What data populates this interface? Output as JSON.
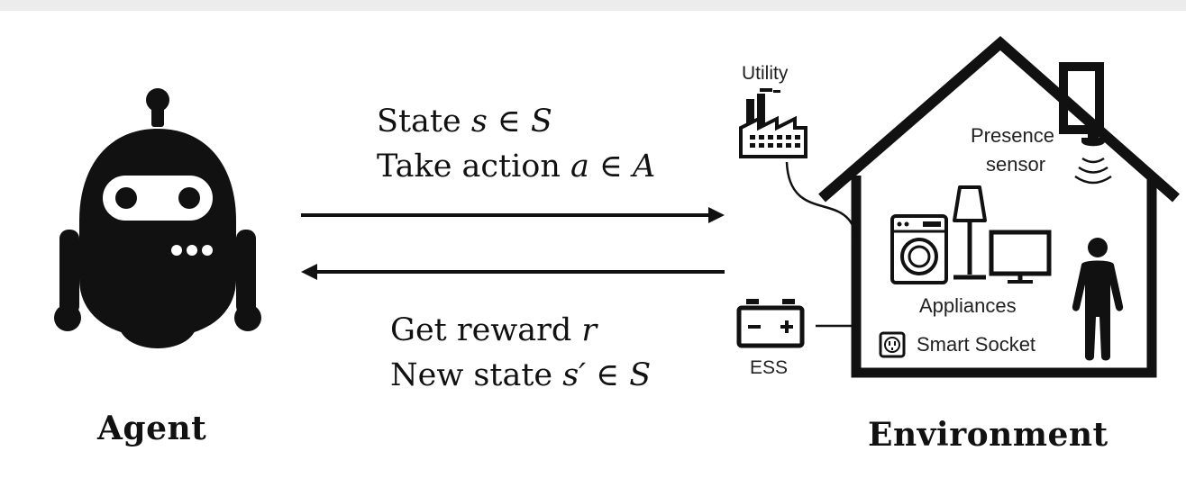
{
  "agent": {
    "label": "Agent"
  },
  "environment": {
    "label": "Environment",
    "utility_label": "Utility",
    "presence_sensor_label_line1": "Presence",
    "presence_sensor_label_line2": "sensor",
    "appliances_label": "Appliances",
    "smart_socket_label": "Smart Socket",
    "ess_label": "ESS"
  },
  "arrows": {
    "top": {
      "line1_prefix": "State ",
      "line1_math": "s ∈ S",
      "line2_prefix": "Take action ",
      "line2_math": "a ∈ A",
      "direction": "agent-to-environment"
    },
    "bottom": {
      "line1_prefix": "Get reward ",
      "line1_math": "r",
      "line2_prefix": "New state ",
      "line2_math": "s′ ∈ S",
      "direction": "environment-to-agent"
    }
  },
  "colors": {
    "ink": "#111111",
    "background": "#ffffff"
  },
  "icons": [
    "robot-icon",
    "factory-icon",
    "house-icon",
    "presence-sensor-icon",
    "washing-machine-icon",
    "floor-lamp-icon",
    "monitor-icon",
    "person-icon",
    "battery-icon",
    "smart-socket-icon"
  ]
}
